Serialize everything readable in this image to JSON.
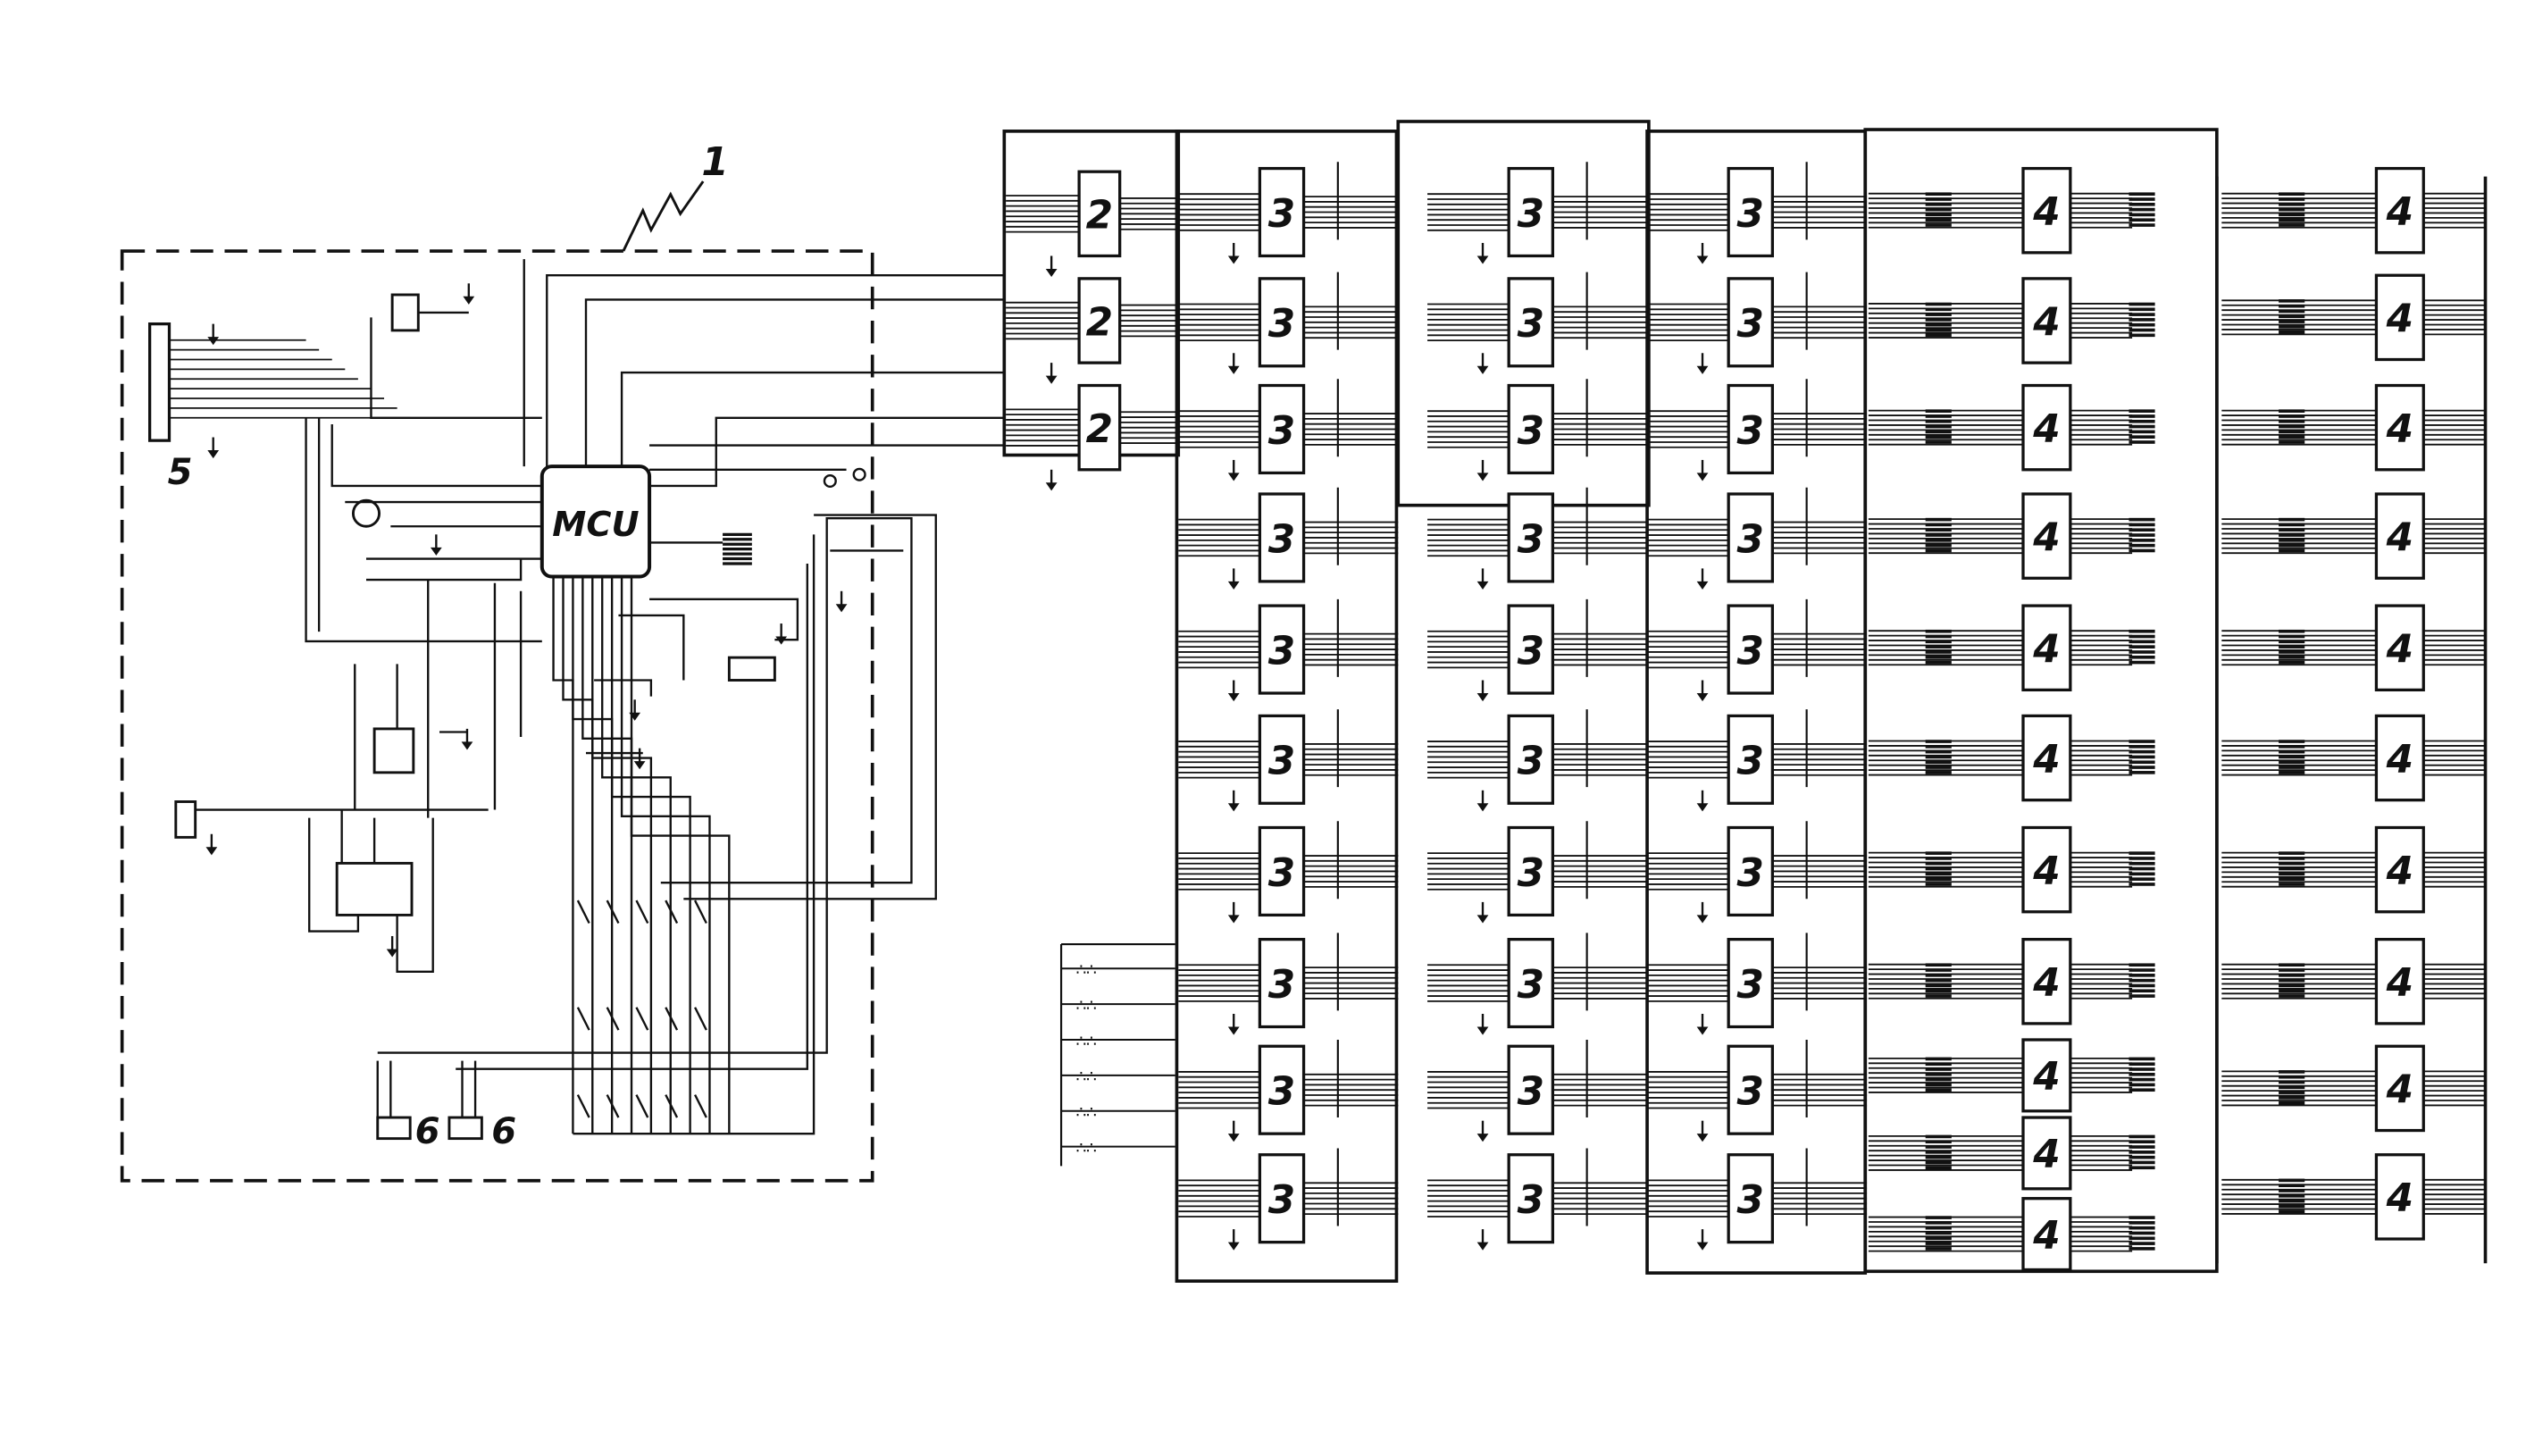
{
  "figure": {
    "reference_numeral": "1",
    "mcu_label": "MCU",
    "connector_label": "5",
    "header_labels": [
      "6",
      "6"
    ]
  },
  "stage1": {
    "label": "2",
    "count": 3
  },
  "stage2_columns": [
    {
      "label": "3",
      "count": 10
    },
    {
      "label": "3",
      "count": 10
    },
    {
      "label": "3",
      "count": 10
    }
  ],
  "stage3_columns": [
    {
      "label": "4",
      "count": 11
    },
    {
      "label": "4",
      "count": 10
    }
  ],
  "colors": {
    "ink": "#111111",
    "paper": "#ffffff"
  }
}
